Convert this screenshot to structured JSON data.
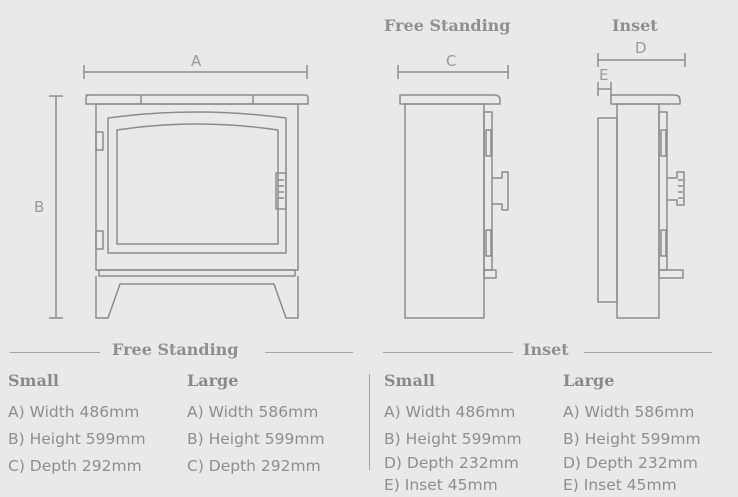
{
  "headers": {
    "top_free_standing": "Free Standing",
    "top_inset": "Inset"
  },
  "dimension_labels": {
    "a": "A",
    "b": "B",
    "c": "C",
    "d": "D",
    "e": "E"
  },
  "free_standing": {
    "title": "Free Standing",
    "small": {
      "heading": "Small",
      "width": "A) Width 486mm",
      "height": "B) Height 599mm",
      "depth": "C) Depth 292mm"
    },
    "large": {
      "heading": "Large",
      "width": "A) Width 586mm",
      "height": "B) Height 599mm",
      "depth": "C) Depth 292mm"
    }
  },
  "inset": {
    "title": "Inset",
    "small": {
      "heading": "Small",
      "width": "A) Width 486mm",
      "height": "B) Height 599mm",
      "depth": "D) Depth 232mm",
      "inset": "E) Inset 45mm"
    },
    "large": {
      "heading": "Large",
      "width": "A) Width 586mm",
      "height": "B) Height 599mm",
      "depth": "D) Depth 232mm",
      "inset": "E) Inset 45mm"
    }
  },
  "colors": {
    "background": "#eae9e7",
    "text": "#8e8e8e",
    "line": "#8c8c8c"
  }
}
